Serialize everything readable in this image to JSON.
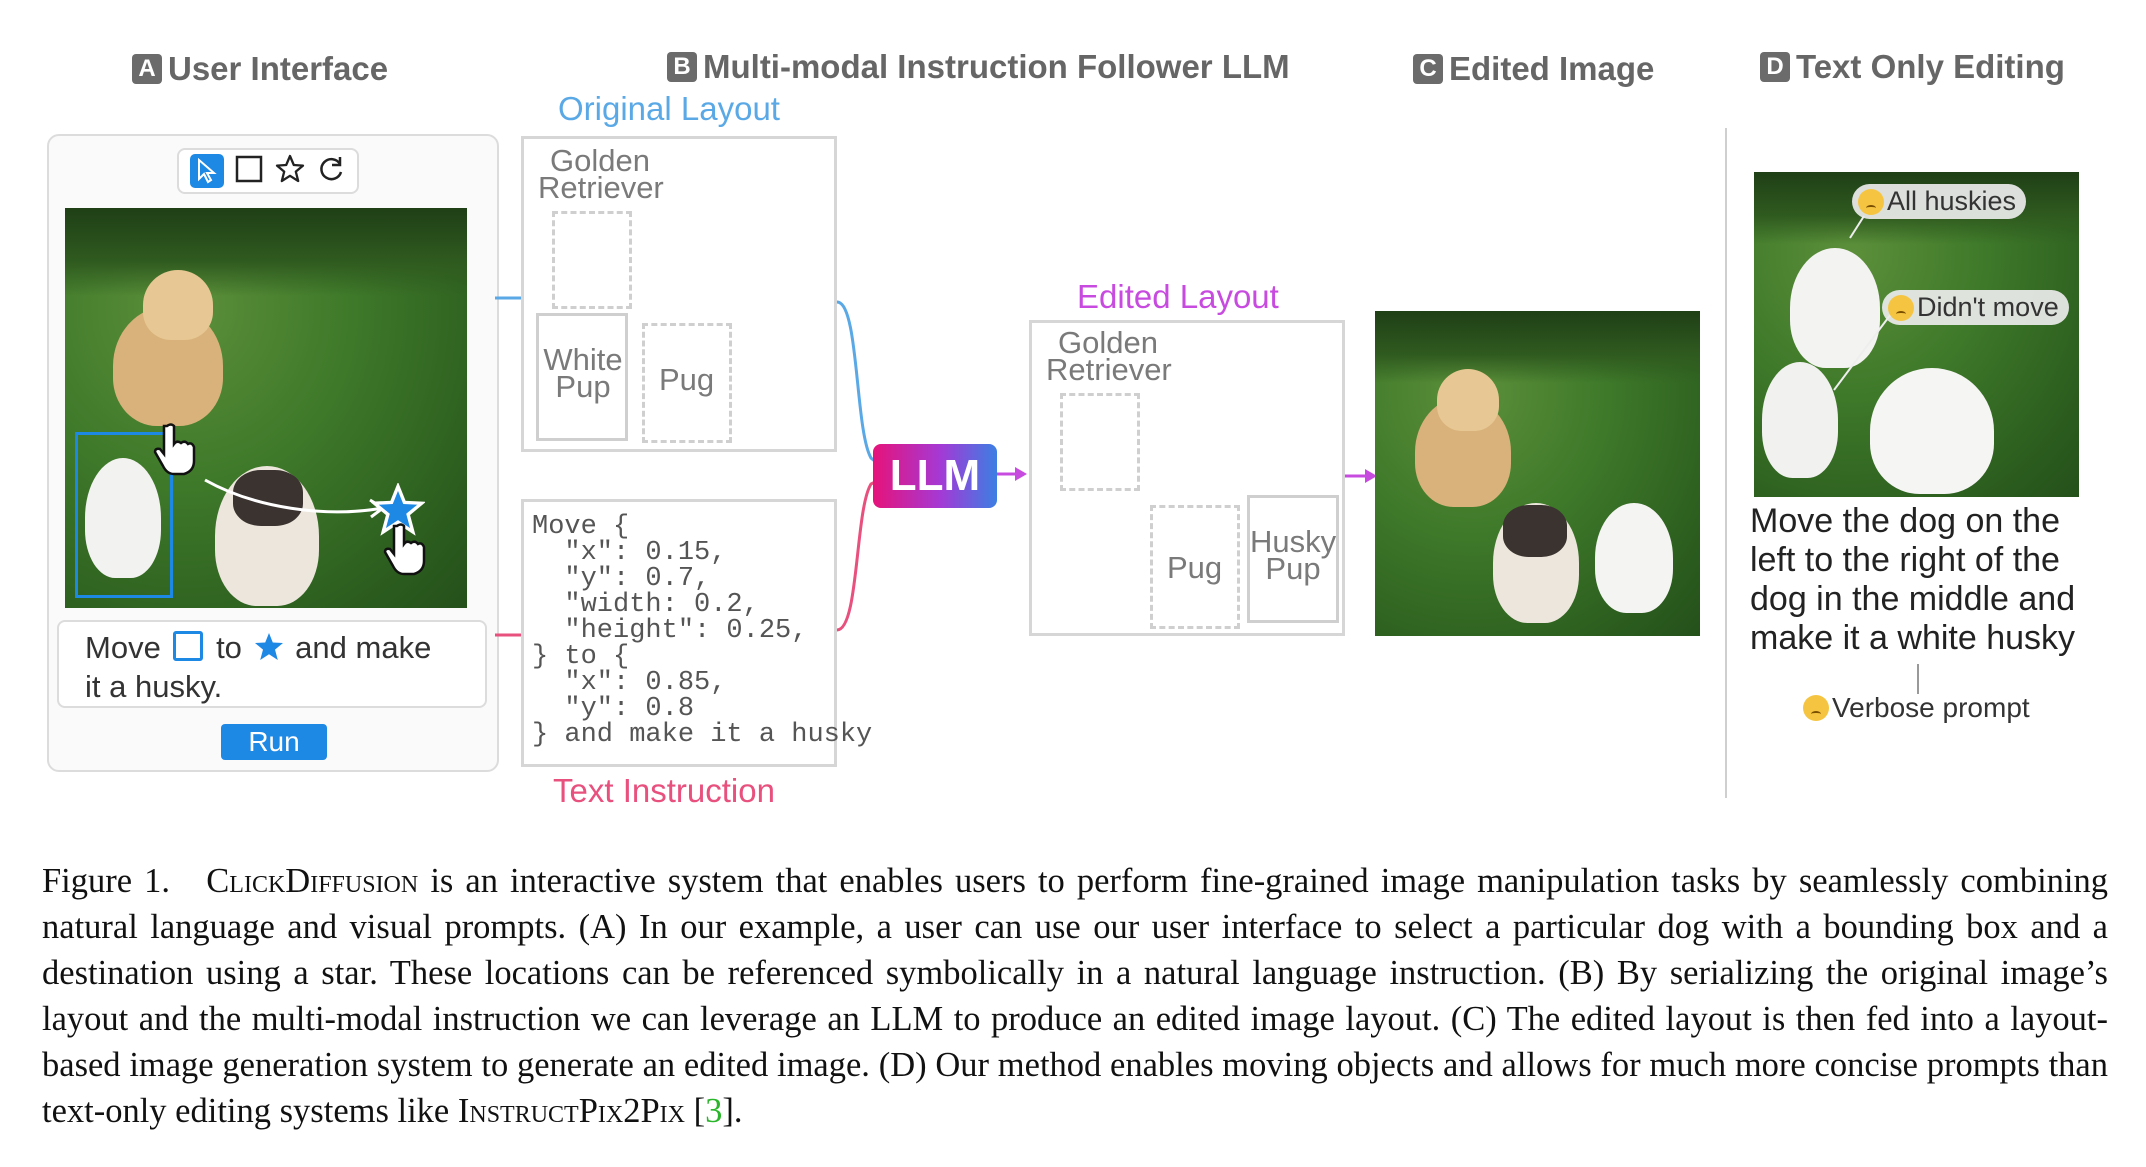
{
  "sections": {
    "a": {
      "badge": "A",
      "title": "User Interface"
    },
    "b": {
      "badge": "B",
      "title": "Multi-modal Instruction Follower LLM"
    },
    "c": {
      "badge": "C",
      "title": "Edited Image"
    },
    "d": {
      "badge": "D",
      "title": "Text Only Editing"
    }
  },
  "ui": {
    "instruction_move": "Move",
    "instruction_to": "to",
    "instruction_rest": "and make",
    "instruction_line2": "it a husky.",
    "run_label": "Run",
    "tools": [
      "pointer-icon",
      "square-icon",
      "star-icon",
      "refresh-icon"
    ]
  },
  "original_layout": {
    "title": "Original Layout",
    "golden_line1": "Golden",
    "golden_line2": "Retriever",
    "white_line1": "White",
    "white_line2": "Pup",
    "pug": "Pug"
  },
  "text_instruction": {
    "title": "Text Instruction",
    "code": "Move {\n  \"x\": 0.15,\n  \"y\": 0.7,\n  \"width: 0.2,\n  \"height\": 0.25,\n} to {\n  \"x\": 0.85,\n  \"y\": 0.8\n} and make it a husky"
  },
  "llm": {
    "label": "LLM"
  },
  "edited_layout": {
    "title": "Edited Layout",
    "golden_line1": "Golden",
    "golden_line2": "Retriever",
    "pug": "Pug",
    "husky_line1": "Husky",
    "husky_line2": "Pup"
  },
  "text_only": {
    "bubble1": "All huskies",
    "bubble2": "Didn't move",
    "prompt": "Move the dog on the left to the right of the dog in the middle and make it a white husky",
    "verbose": "Verbose prompt"
  },
  "caption": {
    "label": "Figure 1.",
    "name": "ClickDiffusion",
    "text1": " is an interactive system that enables users to perform fine-grained image manipulation tasks by seamlessly combining natural language and visual prompts. (A) In our example, a user can use our user interface to select a particular dog with a bounding box and a destination using a star. These locations can be referenced symbolically in a natural language instruction. (B) By serializing the original image’s layout and the multi-modal instruction we can leverage an LLM to produce an edited image layout. (C) The edited layout is then fed into a layout-based image generation system to generate an edited image. (D) Our method enables moving objects and allows for much more concise prompts than text-only editing systems like ",
    "ref_name": "InstructPix2Pix",
    "ref_open": " [",
    "ref_num": "3",
    "ref_close": "]."
  },
  "colors": {
    "blue": "#5aa9e6",
    "pink": "#e8507e",
    "magenta": "#c84be0",
    "ui_blue": "#1e88e5",
    "cite_green": "#2bb52b"
  }
}
